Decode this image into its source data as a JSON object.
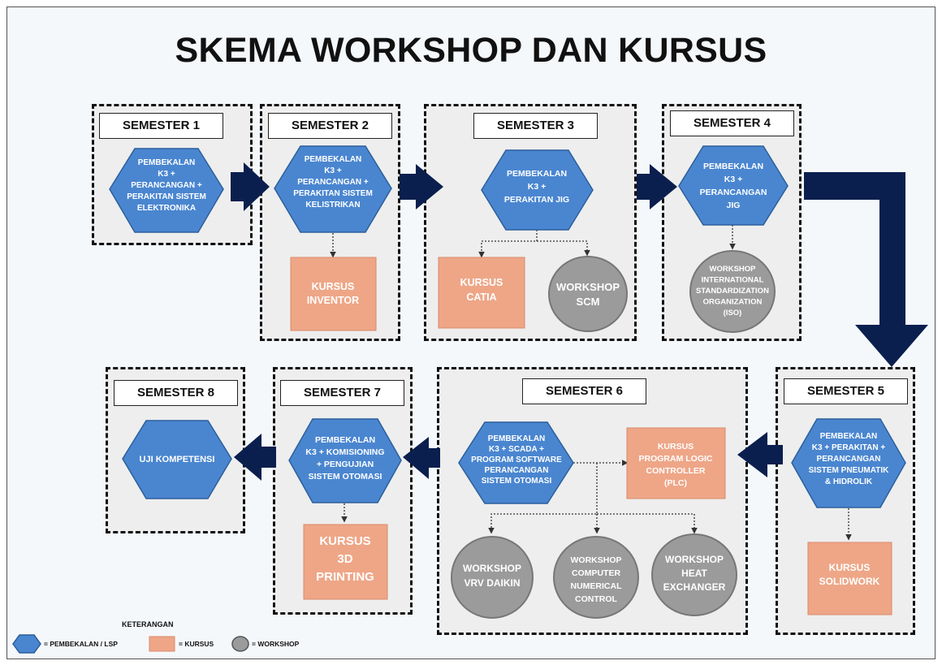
{
  "title": "SKEMA WORKSHOP DAN KURSUS",
  "semesters": [
    {
      "label": "SEMESTER 1",
      "pembekalan": [
        "PEMBEKALAN",
        "K3 +",
        "PERANCANGAN +",
        "PERAKITAN SISTEM",
        "ELEKTRONIKA"
      ]
    },
    {
      "label": "SEMESTER 2",
      "pembekalan": [
        "PEMBEKALAN",
        "K3 +",
        "PERANCANGAN +",
        "PERAKITAN  SISTEM",
        "KELISTRIKAN"
      ],
      "kursus": [
        "KURSUS",
        "INVENTOR"
      ]
    },
    {
      "label": "SEMESTER 3",
      "pembekalan": [
        "PEMBEKALAN",
        "K3 +",
        "PERAKITAN JIG"
      ],
      "kursus": [
        "KURSUS",
        "CATIA"
      ],
      "workshop": [
        "WORKSHOP",
        "SCM"
      ]
    },
    {
      "label": "SEMESTER 4",
      "pembekalan": [
        "PEMBEKALAN",
        "K3 +",
        "PERANCANGAN",
        "JIG"
      ],
      "workshop": [
        "WORKSHOP",
        "INTERNATIONAL",
        "STANDARDIZATION",
        "ORGANIZATION",
        "(ISO)"
      ]
    },
    {
      "label": "SEMESTER 5",
      "pembekalan": [
        "PEMBEKALAN",
        "K3 + PERAKITAN +",
        "PERANCANGAN",
        "SISTEM PNEUMATIK",
        "& HIDROLIK"
      ],
      "kursus": [
        "KURSUS",
        "SOLIDWORK"
      ]
    },
    {
      "label": "SEMESTER 6",
      "pembekalan": [
        "PEMBEKALAN",
        "K3 +  SCADA +",
        "PROGRAM SOFTWARE",
        "PERANCANGAN",
        "SISTEM OTOMASI"
      ],
      "kursus": [
        "KURSUS",
        "PROGRAM LOGIC",
        "CONTROLLER",
        "(PLC)"
      ],
      "workshops": [
        [
          "WORKSHOP",
          "VRV DAIKIN"
        ],
        [
          "WORKSHOP",
          "COMPUTER",
          "NUMERICAL",
          "CONTROL"
        ],
        [
          "WORKSHOP",
          "HEAT",
          "EXCHANGER"
        ]
      ]
    },
    {
      "label": "SEMESTER 7",
      "pembekalan": [
        "PEMBEKALAN",
        "K3 + KOMISIONING",
        "+ PENGUJIAN",
        "SISTEM OTOMASI"
      ],
      "kursus": [
        "KURSUS",
        "3D",
        "PRINTING"
      ]
    },
    {
      "label": "SEMESTER 8",
      "pembekalan": [
        "UJI KOMPETENSI"
      ]
    }
  ],
  "legend": {
    "title": "KETERANGAN",
    "pembekalan": "= PEMBEKALAN / LSP",
    "kursus": "= KURSUS",
    "workshop": "= WORKSHOP"
  },
  "colors": {
    "hex_fill": "#4a86d0",
    "hex_stroke": "#2c5f9c",
    "kursus_fill": "#eea687",
    "workshop_fill": "#9b9b9b",
    "arrow": "#0a1f4e"
  }
}
